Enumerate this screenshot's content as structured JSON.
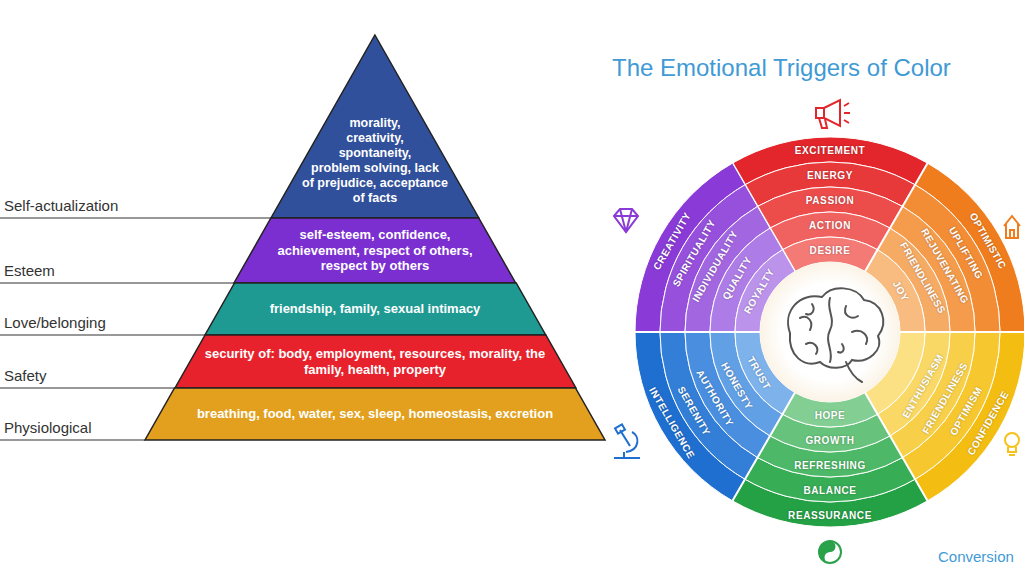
{
  "diagram": {
    "title": "The Emotional Triggers of Color",
    "nodes": [
      {
        "text": [
          "morality, creativity, spontaneity, problem solving, lack of prejudice, acceptance of facts"
        ]
      },
      {
        "text": [
          "self-esteem, confidence, achievement, respect of others, respect by others"
        ]
      },
      {
        "text": [
          "friendship, family, sexual intimacy"
        ]
      },
      {
        "text": [
          "security of: body, employment, resources, morality, the family, health, property"
        ]
      },
      {
        "text": [
          "breathing, food, water, sex, sleep, homeostasis, excretion"
        ]
      }
    ],
    "labels": [
      "Self-actualization",
      "Esteem",
      "Love/belonging",
      "Safety",
      "Physiological",
      "EXCITEMENT",
      "ENERGY",
      "PASSION",
      "ACTION",
      "DESIRE",
      "OPTIMISTIC",
      "UPLIFTING",
      "REJUVENATING",
      "FRIENDLINESS",
      "JOY",
      "CONFIDENCE",
      "OPTIMISM",
      "FRIENDLINESS",
      "ENTHUSIASM",
      "REASSURANCE",
      "BALANCE",
      "REFRESHING",
      "GROWTH",
      "HOPE",
      "INTELLIGENCE",
      "SERENITY",
      "AUTHORITY",
      "HONESTY",
      "TRUST",
      "CREATIVITY",
      "SPIRITUALITY",
      "INDIVIDUALITY",
      "QUALITY",
      "ROYALTY",
      "Conversion"
    ]
  }
}
